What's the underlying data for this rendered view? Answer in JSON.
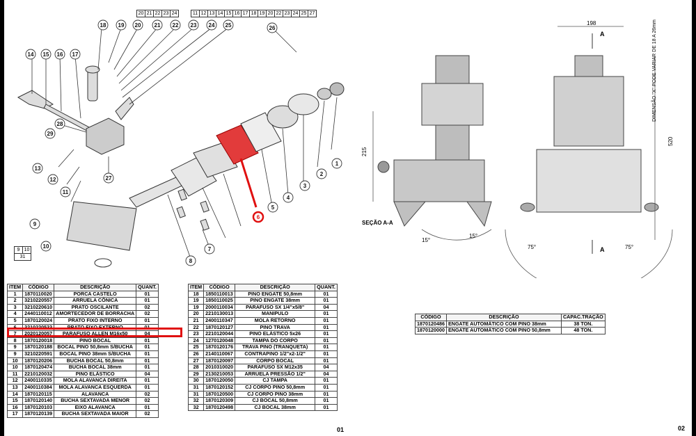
{
  "ref_grid_1": [
    "20",
    "21",
    "22",
    "23",
    "24"
  ],
  "ref_grid_2": [
    "11",
    "12",
    "13",
    "14",
    "15",
    "16",
    "17",
    "18",
    "19",
    "20",
    "22",
    "23",
    "24",
    "25",
    "27"
  ],
  "ref_grid_3": {
    "a": "9",
    "b": "10",
    "c": "31"
  },
  "callouts": {
    "c1": "1",
    "c2": "2",
    "c3": "3",
    "c4": "4",
    "c5": "5",
    "c6": "6",
    "c7": "7",
    "c8": "8",
    "c9": "9",
    "c10": "10",
    "c11": "11",
    "c12": "12",
    "c13": "13",
    "c14": "14",
    "c15": "15",
    "c16": "16",
    "c17": "17",
    "c18": "18",
    "c19": "19",
    "c20": "20",
    "c21": "21",
    "c22": "22",
    "c23": "23",
    "c24": "24",
    "c25": "25",
    "c26": "26",
    "c27": "27",
    "c28": "28",
    "c29": "29"
  },
  "section": {
    "label": "SEÇÃO A-A",
    "dim_198": "198",
    "dim_215": "215",
    "dim_520": "520",
    "dim_note": "DIMENSÃO \"X\" PODE VARIAR DE 18 A 26mm",
    "angle_15a": "15°",
    "angle_15b": "15°",
    "angle_75a": "75°",
    "angle_75b": "75°",
    "marker_a_top": "A",
    "marker_a_bottom": "A"
  },
  "colors": {
    "highlight": "#e01010",
    "part6": "#e23b3b"
  },
  "headers": {
    "item": "ITEM",
    "codigo": "CÓDIGO",
    "descricao": "DESCRIÇÃO",
    "quant": "QUANT."
  },
  "parts_left": [
    {
      "item": "1",
      "codigo": "1870110020",
      "descricao": "PORCA CASTELO",
      "quant": "01"
    },
    {
      "item": "2",
      "codigo": "3210220557",
      "descricao": "ARRUELA CÔNICA",
      "quant": "01"
    },
    {
      "item": "3",
      "codigo": "3210220610",
      "descricao": "PRATO OSCILANTE",
      "quant": "02"
    },
    {
      "item": "4",
      "codigo": "2440110012",
      "descricao": "AMORTECEDOR DE BORRACHA",
      "quant": "02"
    },
    {
      "item": "5",
      "codigo": "1870120024",
      "descricao": "PRATO FIXO INTERNO",
      "quant": "01"
    },
    {
      "item": "6",
      "codigo": "3210220533",
      "descricao": "PRATO FIXO EXTERNO",
      "quant": "01"
    },
    {
      "item": "7",
      "codigo": "2020120057",
      "descricao": "PARAFUSO ALLEN M16x50",
      "quant": "04"
    },
    {
      "item": "8",
      "codigo": "1870120018",
      "descricao": "PINO BOCAL",
      "quant": "01"
    },
    {
      "item": "9",
      "codigo": "1870120188",
      "descricao": "BOCAL PINO 50,8mm S/BUCHA",
      "quant": "01"
    },
    {
      "item": "9",
      "codigo": "3210220591",
      "descricao": "BOCAL PINO 38mm S/BUCHA",
      "quant": "01"
    },
    {
      "item": "10",
      "codigo": "1870120206",
      "descricao": "BUCHA BOCAL 50,8mm",
      "quant": "01"
    },
    {
      "item": "10",
      "codigo": "1870120474",
      "descricao": "BUCHA BOCAL 38mm",
      "quant": "01"
    },
    {
      "item": "11",
      "codigo": "2210120032",
      "descricao": "PINO ELÁSTICO",
      "quant": "04"
    },
    {
      "item": "12",
      "codigo": "2400110335",
      "descricao": "MOLA ALAVANCA DIREITA",
      "quant": "01"
    },
    {
      "item": "13",
      "codigo": "2400110384",
      "descricao": "MOLA ALAVANCA ESQUERDA",
      "quant": "01"
    },
    {
      "item": "14",
      "codigo": "1870120115",
      "descricao": "ALAVANCA",
      "quant": "02"
    },
    {
      "item": "15",
      "codigo": "1870120140",
      "descricao": "BUCHA SEXTAVADA MENOR",
      "quant": "02"
    },
    {
      "item": "16",
      "codigo": "1870120103",
      "descricao": "EIXO ALAVANCA",
      "quant": "01"
    },
    {
      "item": "17",
      "codigo": "1870120139",
      "descricao": "BUCHA SEXTAVADA MAIOR",
      "quant": "02"
    }
  ],
  "parts_right": [
    {
      "item": "18",
      "codigo": "1850110013",
      "descricao": "PINO ENGATE 50,8mm",
      "quant": "01"
    },
    {
      "item": "19",
      "codigo": "1850110025",
      "descricao": "PINO ENGATE 38mm",
      "quant": "01"
    },
    {
      "item": "19",
      "codigo": "2000110034",
      "descricao": "PARAFUSO SX 1/4\"x5/8\"",
      "quant": "04"
    },
    {
      "item": "20",
      "codigo": "2210130013",
      "descricao": "MANIPULO",
      "quant": "01"
    },
    {
      "item": "21",
      "codigo": "2400110347",
      "descricao": "MOLA RETORNO",
      "quant": "01"
    },
    {
      "item": "22",
      "codigo": "1870120127",
      "descricao": "PINO TRAVA",
      "quant": "01"
    },
    {
      "item": "23",
      "codigo": "2210120044",
      "descricao": "PINO ELÁSTICO 5x26",
      "quant": "01"
    },
    {
      "item": "24",
      "codigo": "1270120048",
      "descricao": "TAMPA DO CORPO",
      "quant": "01"
    },
    {
      "item": "25",
      "codigo": "1870120176",
      "descricao": "TRAVA PINO (TRANQUETA)",
      "quant": "01"
    },
    {
      "item": "26",
      "codigo": "2140110067",
      "descricao": "CONTRAPINO 1/2\"x2-1/2\"",
      "quant": "01"
    },
    {
      "item": "27",
      "codigo": "1870120097",
      "descricao": "CORPO BOCAL",
      "quant": "01"
    },
    {
      "item": "28",
      "codigo": "2010310020",
      "descricao": "PARAFUSO SX M12x35",
      "quant": "04"
    },
    {
      "item": "29",
      "codigo": "2130210053",
      "descricao": "ARRUELA PRESSÃO 1/2\"",
      "quant": "04"
    },
    {
      "item": "30",
      "codigo": "1870120050",
      "descricao": "CJ TAMPA",
      "quant": "01"
    },
    {
      "item": "31",
      "codigo": "1870120152",
      "descricao": "CJ CORPO PINO 50,8mm",
      "quant": "01"
    },
    {
      "item": "31",
      "codigo": "1870120500",
      "descricao": "CJ CORPO PINO 38mm",
      "quant": "01"
    },
    {
      "item": "32",
      "codigo": "1870120309",
      "descricao": "CJ BOCAL 50,8mm",
      "quant": "01"
    },
    {
      "item": "32",
      "codigo": "1870120498",
      "descricao": "CJ BOCAL 38mm",
      "quant": "01"
    }
  ],
  "coupling_headers": {
    "codigo": "CÓDIGO",
    "descricao": "DESCRIÇÃO",
    "capac": "CAPAC.TRAÇÃO"
  },
  "coupling": [
    {
      "codigo": "1870120486",
      "descricao": "ENGATE AUTOMÁTICO COM PINO 38mm",
      "capac": "38 TON."
    },
    {
      "codigo": "1870120000",
      "descricao": "ENGATE AUTOMÁTICO COM PINO 50,8mm",
      "capac": "48 TON."
    }
  ],
  "pages": {
    "p1": "01",
    "p2": "02"
  }
}
